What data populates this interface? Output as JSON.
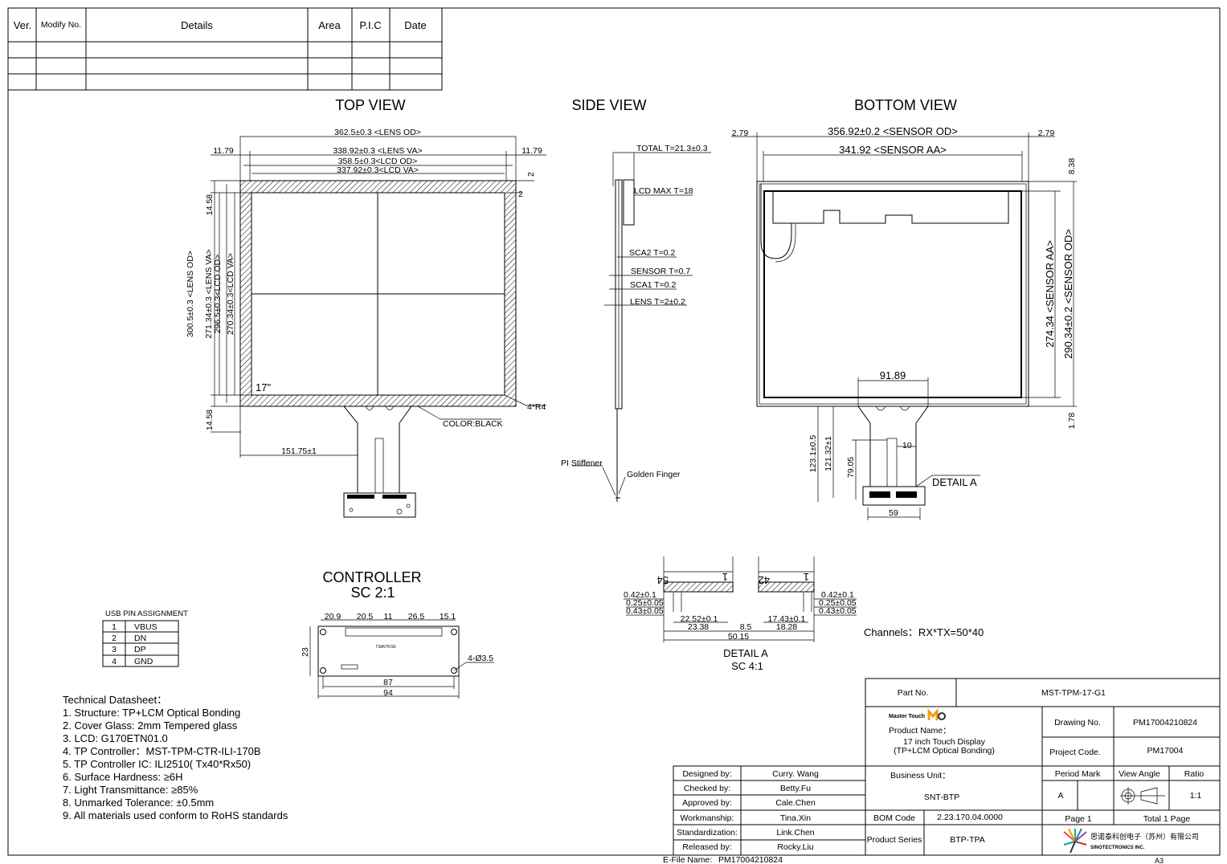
{
  "revision_table": {
    "headers": [
      "Ver.",
      "Modify No.",
      "Details",
      "Area",
      "P.I.C",
      "Date"
    ]
  },
  "views": {
    "top": "TOP VIEW",
    "side": "SIDE VIEW",
    "bottom": "BOTTOM VIEW",
    "controller_title": "CONTROLLER",
    "controller_scale": "SC 2:1",
    "detail_title": "DETAIL A",
    "detail_scale": "SC 4:1"
  },
  "top_view": {
    "lens_od_w": "362.5±0.3 <LENS OD>",
    "lens_va_w": "338.92±0.3 <LENS VA>",
    "lcd_od_w": "358.5±0.3<LCD OD>",
    "lcd_va_w": "337.92±0.3<LCD VA>",
    "margin_left": "11.79",
    "margin_right": "11.79",
    "margin_top": "14.58",
    "margin_bottom": "14.58",
    "dim_2a": "2",
    "dim_2b": "2",
    "lens_od_h": "300.5±0.3 <LENS OD>",
    "lens_va_h": "271.34±0.3 <LENS VA>",
    "lcd_od_h": "296.5±0.3<LCD OD>",
    "lcd_va_h": "270.34±0.3<LCD VA>",
    "size": "17\"",
    "radius": "4*R4",
    "color": "COLOR:BLACK",
    "fpc_offset": "151.75±1"
  },
  "side_view": {
    "total": "TOTAL T=21.3±0.3",
    "lcd_max": "LCD MAX T=18",
    "sca2": "SCA2 T=0.2",
    "sensor": "SENSOR T=0.7",
    "sca1": "SCA1 T=0.2",
    "lens": "LENS T=2±0.2",
    "pi_stiffener": "PI Stiffener",
    "golden_finger": "Golden Finger"
  },
  "bottom_view": {
    "edge_left": "2.79",
    "edge_right": "2.79",
    "sensor_od_w": "356.92±0.2 <SENSOR OD>",
    "sensor_aa_w": "341.92 <SENSOR AA>",
    "top_offset": "8.38",
    "sensor_aa_h": "274.34 <SENSOR AA>",
    "sensor_od_h": "290.34±0.2 <SENSOR OD>",
    "bottom_offset": "1.78",
    "fpc_width": "91.89",
    "tail_a": "123.1±0.5",
    "tail_b": "121.32±1",
    "tail_c": "79.05",
    "tail_width": "10",
    "tail_end": "59",
    "detail_label": "DETAIL A"
  },
  "detail": {
    "pin_left_a": "54",
    "pin_left_b": "1",
    "pin_right_a": "42",
    "pin_right_b": "1",
    "l1": "0.42±0.1",
    "l2": "0.25±0.05",
    "l3": "0.43±0.05",
    "r1": "0.42±0.1",
    "r2": "0.25±0.05",
    "r3": "0.43±0.05",
    "d1": "22.52±0.1",
    "d2": "23.38",
    "d3": "8.5",
    "d4": "17.43±0.1",
    "d5": "18.28",
    "d6": "50.15"
  },
  "channels": "Channels：RX*TX=50*40",
  "controller": {
    "dims": [
      "20.9",
      "20.5",
      "11",
      "26.5",
      "15.1"
    ],
    "height": "23",
    "holes": "4-Ø3.5",
    "inner_width": "87",
    "outer_width": "94",
    "chip_label": "TSAVTKS0"
  },
  "usb": {
    "title": "USB PIN ASSIGNMENT",
    "rows": [
      {
        "pin": "1",
        "name": "VBUS"
      },
      {
        "pin": "2",
        "name": "DN"
      },
      {
        "pin": "3",
        "name": "DP"
      },
      {
        "pin": "4",
        "name": "GND"
      }
    ]
  },
  "datasheet": {
    "title": "Technical Datasheet：",
    "items": [
      "1. Structure: TP+LCM Optical Bonding",
      "2. Cover Glass: 2mm Tempered glass",
      "3. LCD: G170ETN01.0",
      "4. TP Controller：MST-TPM-CTR-ILI-170B",
      "5. TP Controller IC: ILI2510( Tx40*Rx50)",
      "6. Surface Hardness: ≥6H",
      "7. Light Transmittance: ≥85%",
      "8. Unmarked Tolerance: ±0.5mm",
      "9. All materials used conform to RoHS standards"
    ]
  },
  "title_block": {
    "part_no_label": "Part No.",
    "part_no": "MST-TPM-17-G1",
    "brand": "Master Touch",
    "product_name_label": "Product Name：",
    "product_line1": "17 inch Touch Display",
    "product_line2": "(TP+LCM Optical Bonding)",
    "drawing_no_label": "Drawing No.",
    "drawing_no": "PM17004210824",
    "project_code_label": "Project Code.",
    "project_code": "PM17004",
    "business_unit_label": "Business Unit：",
    "business_unit": "SNT-BTP",
    "period_mark_label": "Period Mark",
    "period_mark": "A",
    "view_angle_label": "View Angle",
    "ratio_label": "Ratio",
    "ratio": "1:1",
    "bom_label": "BOM Code",
    "bom": "2.23.170.04.0000",
    "page": "Page 1",
    "total_pages": "Total 1 Page",
    "series_label": "Product Series",
    "series": "BTP-TPA",
    "company_cn": "思诺泰科创电子（苏州）有限公司",
    "company_en": "SINOTECTRONICS INC.",
    "sheet_size": "A3",
    "efile_label": "E-File Name:",
    "efile": "PM17004210824"
  },
  "signoff": [
    {
      "role": "Designed by:",
      "name": "Curry. Wang"
    },
    {
      "role": "Checked by:",
      "name": "Betty.Fu"
    },
    {
      "role": "Approved by:",
      "name": "Cale.Chen"
    },
    {
      "role": "Workmanship:",
      "name": "Tina.Xin"
    },
    {
      "role": "Standardization:",
      "name": "Link.Chen"
    },
    {
      "role": "Released by:",
      "name": "Rocky.Liu"
    }
  ]
}
